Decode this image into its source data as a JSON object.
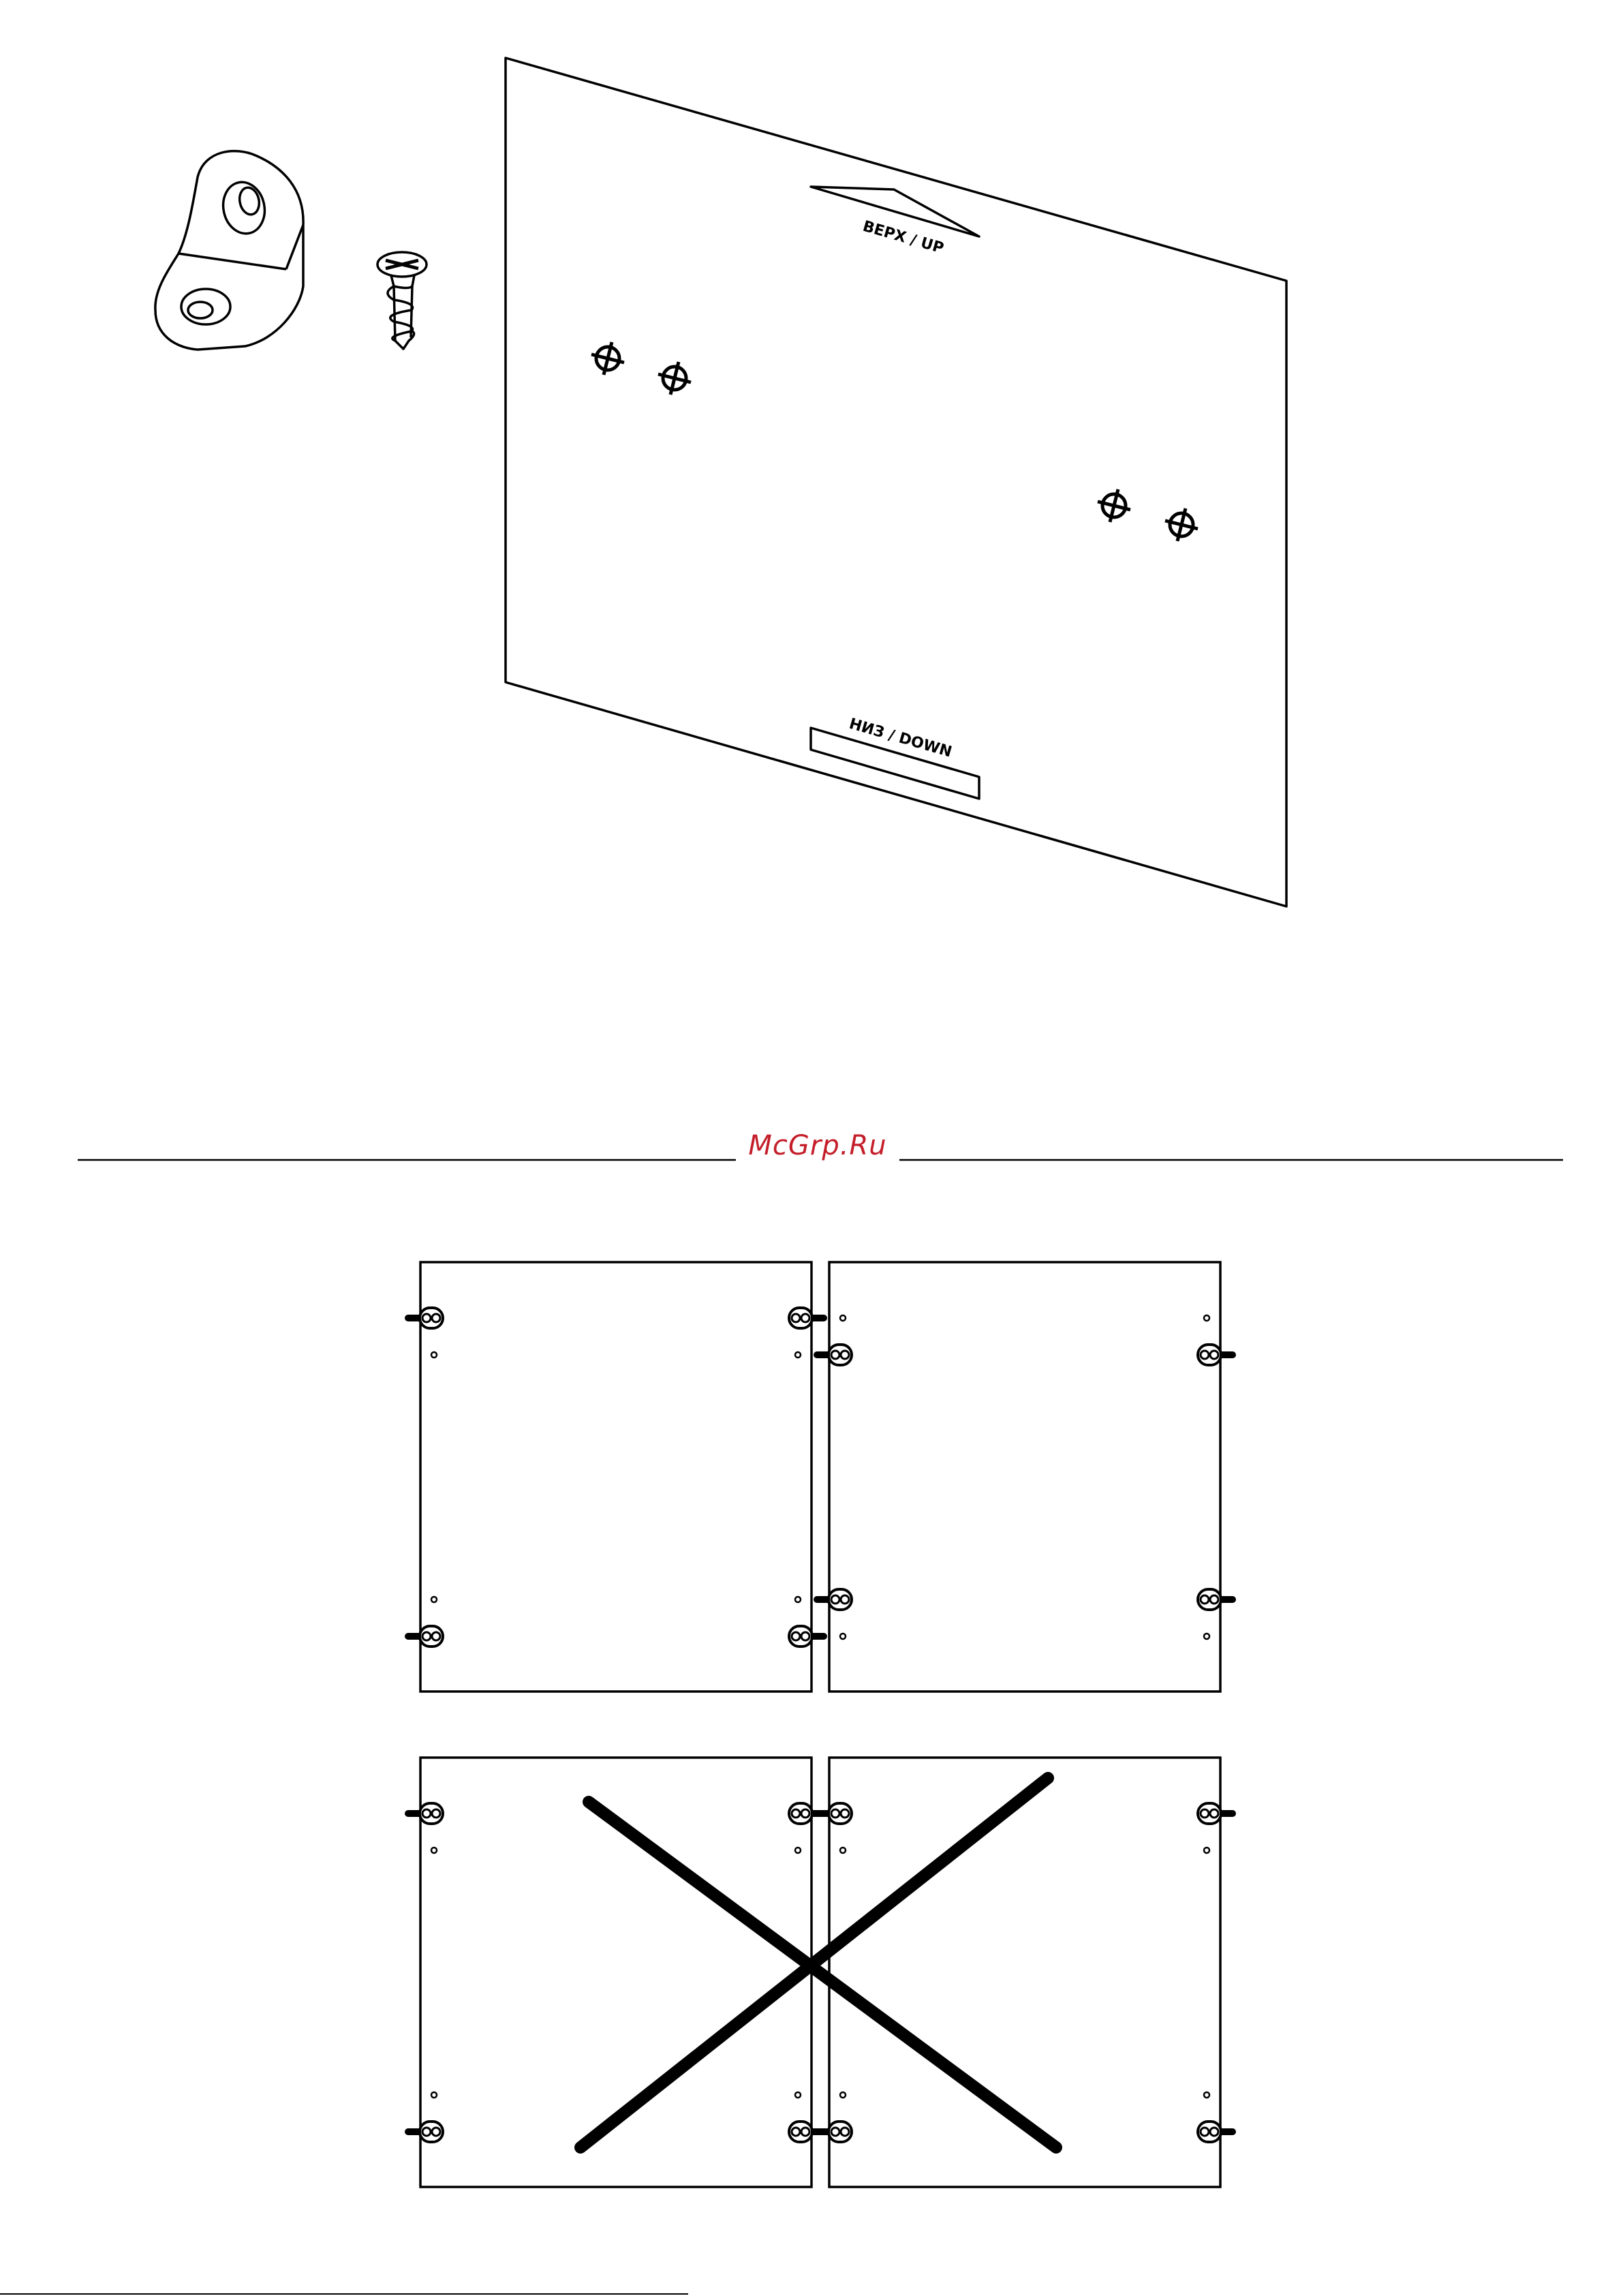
{
  "labels": {
    "up": "ВЕРХ / UP",
    "down": "НИЗ / DOWN"
  },
  "watermark": {
    "text": "McGrp.Ru",
    "color": "#c41e2a"
  },
  "colors": {
    "line": "#000000",
    "paper": "#ffffff"
  },
  "figures": {
    "top": {
      "parts": [
        "corner-bracket",
        "screw",
        "back-panel"
      ],
      "mount_marks_count": 4
    },
    "correct_doors": {
      "panels": 2,
      "hinges_per_panel": 2,
      "status": "correct"
    },
    "wrong_doors": {
      "panels": 2,
      "hinges_per_panel": 2,
      "status": "wrong",
      "mark_icon": "cross-icon"
    }
  }
}
